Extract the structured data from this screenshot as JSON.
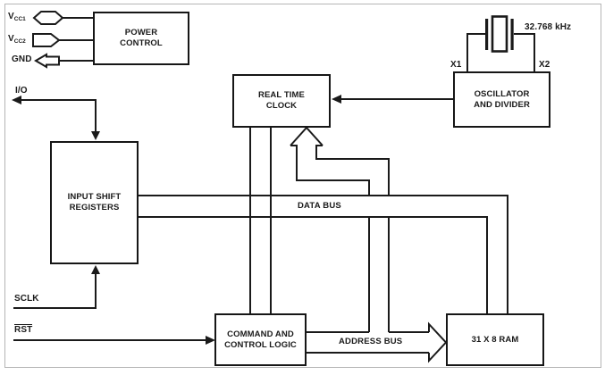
{
  "diagram": {
    "title_hint": "real-time clock chip block diagram",
    "pins": {
      "vcc1_main": "V",
      "vcc1_sub": "CC1",
      "vcc2_main": "V",
      "vcc2_sub": "CC2",
      "gnd": "GND",
      "io": "I/O",
      "sclk": "SCLK",
      "rst": "RST",
      "x1": "X1",
      "x2": "X2"
    },
    "blocks": {
      "power_control": "POWER CONTROL",
      "oscillator": "OSCILLATOR AND DIVIDER",
      "rtc": "REAL TIME CLOCK",
      "isr": "INPUT SHIFT REGISTERS",
      "ccl": "COMMAND AND CONTROL LOGIC",
      "ram": "31 X 8 RAM"
    },
    "buses": {
      "data": "DATA BUS",
      "address": "ADDRESS BUS"
    },
    "crystal_frequency": "32.768 kHz",
    "colors": {
      "line": "#1a1a1a",
      "frame_border": "#b5b5b5",
      "background": "#ffffff"
    }
  }
}
